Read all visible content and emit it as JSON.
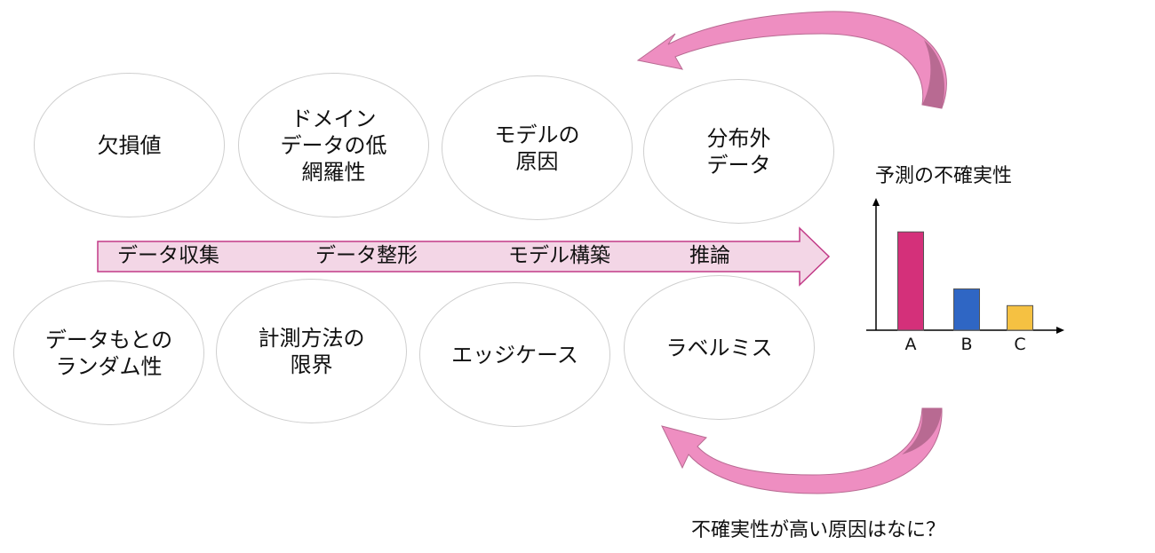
{
  "top_causes": [
    {
      "label": "欠損値"
    },
    {
      "label": "ドメイン\nデータの低\n網羅性"
    },
    {
      "label": "モデルの\n原因"
    },
    {
      "label": "分布外\nデータ"
    }
  ],
  "bottom_causes": [
    {
      "label": "データもとの\nランダム性"
    },
    {
      "label": "計測方法の\n限界"
    },
    {
      "label": "エッジケース"
    },
    {
      "label": "ラベルミス"
    }
  ],
  "pipeline": {
    "stages": [
      "データ収集",
      "データ整形",
      "モデル構築",
      "推論"
    ]
  },
  "uncertainty": {
    "title": "予測の不確実性",
    "question": "不確実性が高い原因はなに？"
  },
  "chart_data": {
    "type": "bar",
    "title": "予測の不確実性",
    "categories": [
      "A",
      "B",
      "C"
    ],
    "values": [
      100,
      42,
      25
    ],
    "colors": [
      "#d4307a",
      "#2f66c4",
      "#f5c142"
    ],
    "xlabel": "",
    "ylabel": "",
    "ylim": [
      0,
      130
    ],
    "grid": false
  },
  "colors": {
    "oval_border": "#cfcfcf",
    "pipeline_fill": "#f3d6e6",
    "pipeline_stroke": "#c23a87",
    "curve_arrow_fill": "#ee8ec1",
    "curve_arrow_dark": "#b86a92"
  }
}
